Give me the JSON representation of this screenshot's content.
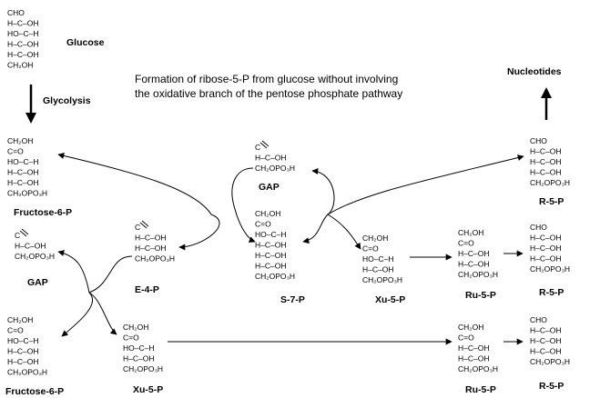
{
  "caption": {
    "line1": "Formation of ribose-5-P from glucose without involving",
    "line2": "the oxidative branch of the pentose phosphate pathway"
  },
  "labels": {
    "glucose": "Glucose",
    "glycolysis": "Glycolysis",
    "nucleotides": "Nucleotides",
    "fructose6p_top": "Fructose-6-P",
    "fructose6p_bottom": "Fructose-6-P",
    "gap_left": "GAP",
    "gap_top": "GAP",
    "e4p": "E-4-P",
    "s7p": "S-7-P",
    "xu5p_right": "Xu-5-P",
    "xu5p_bottom": "Xu-5-P",
    "ru5p_mid": "Ru-5-P",
    "ru5p_bottom": "Ru-5-P",
    "r5p_top": "R-5-P",
    "r5p_mid": "R-5-P",
    "r5p_bottom": "R-5-P"
  },
  "structures": {
    "glucose": [
      "CHO",
      "H–C–OH",
      "HO–C–H",
      "H–C–OH",
      "H–C–OH",
      "CH₂OH"
    ],
    "fructose6p_top": [
      "CH₂OH",
      "C=O",
      "HO–C–H",
      "H–C–OH",
      "H–C–OH",
      "CH₂OPO₃H"
    ],
    "fructose6p_bottom": [
      "CH₂OH",
      "C=O",
      "HO–C–H",
      "H–C–OH",
      "H–C–OH",
      "CH₂OPO₃H"
    ],
    "gap_left": [
      "C",
      "H–C–OH",
      "CH₂OPO₃H"
    ],
    "gap_top": [
      "C",
      "H–C–OH",
      "CH₂OPO₃H"
    ],
    "e4p": [
      "C",
      "H–C–OH",
      "H–C–OH",
      "CH₂OPO₃H"
    ],
    "s7p": [
      "CH₂OH",
      "C=O",
      "HO–C–H",
      "H–C–OH",
      "H–C–OH",
      "H–C–OH",
      "CH₂OPO₃H"
    ],
    "xu5p_right": [
      "CH₂OH",
      "C=O",
      "HO–C–H",
      "H–C–OH",
      "CH₂OPO₃H"
    ],
    "xu5p_bottom": [
      "CH₂OH",
      "C=O",
      "HO–C–H",
      "H–C–OH",
      "CH₂OPO₃H"
    ],
    "ru5p_mid": [
      "CH₂OH",
      "C=O",
      "H–C–OH",
      "H–C–OH",
      "CH₂OPO₃H"
    ],
    "ru5p_bottom": [
      "CH₂OH",
      "C=O",
      "H–C–OH",
      "H–C–OH",
      "CH₂OPO₃H"
    ],
    "r5p_top": [
      "CHO",
      "H–C–OH",
      "H–C–OH",
      "H–C–OH",
      "CH₂OPO₃H"
    ],
    "r5p_mid": [
      "CHO",
      "H–C–OH",
      "H–C–OH",
      "H–C–OH",
      "CH₂OPO₃H"
    ],
    "r5p_bottom": [
      "CHO",
      "H–C–OH",
      "H–C–OH",
      "H–C–OH",
      "CH₂OPO₃H"
    ]
  }
}
